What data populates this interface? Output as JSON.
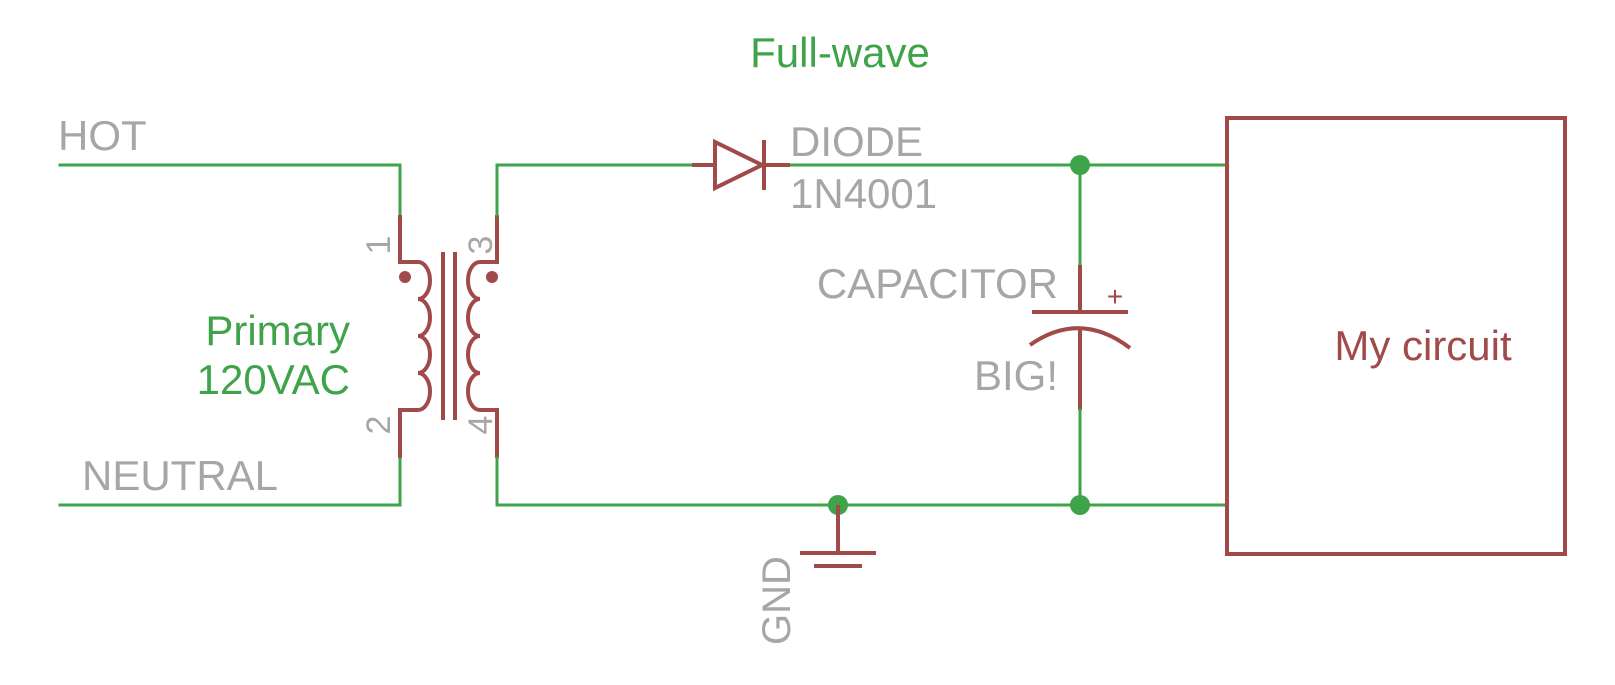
{
  "diagram": {
    "title": "Full-wave",
    "labels": {
      "hot": "HOT",
      "neutral": "NEUTRAL",
      "primary_line1": "Primary",
      "primary_line2": "120VAC",
      "pin1": "1",
      "pin2": "2",
      "pin3": "3",
      "pin4": "4",
      "diode_name": "DIODE",
      "diode_value": "1N4001",
      "capacitor_name": "CAPACITOR",
      "capacitor_value": "BIG!",
      "capacitor_polarity": "+",
      "gnd": "GND",
      "load": "My circuit"
    },
    "colors": {
      "wire": "#3fa34a",
      "component": "#a14a4a",
      "label": "#a6a6a6",
      "title": "#3fa34a"
    }
  }
}
